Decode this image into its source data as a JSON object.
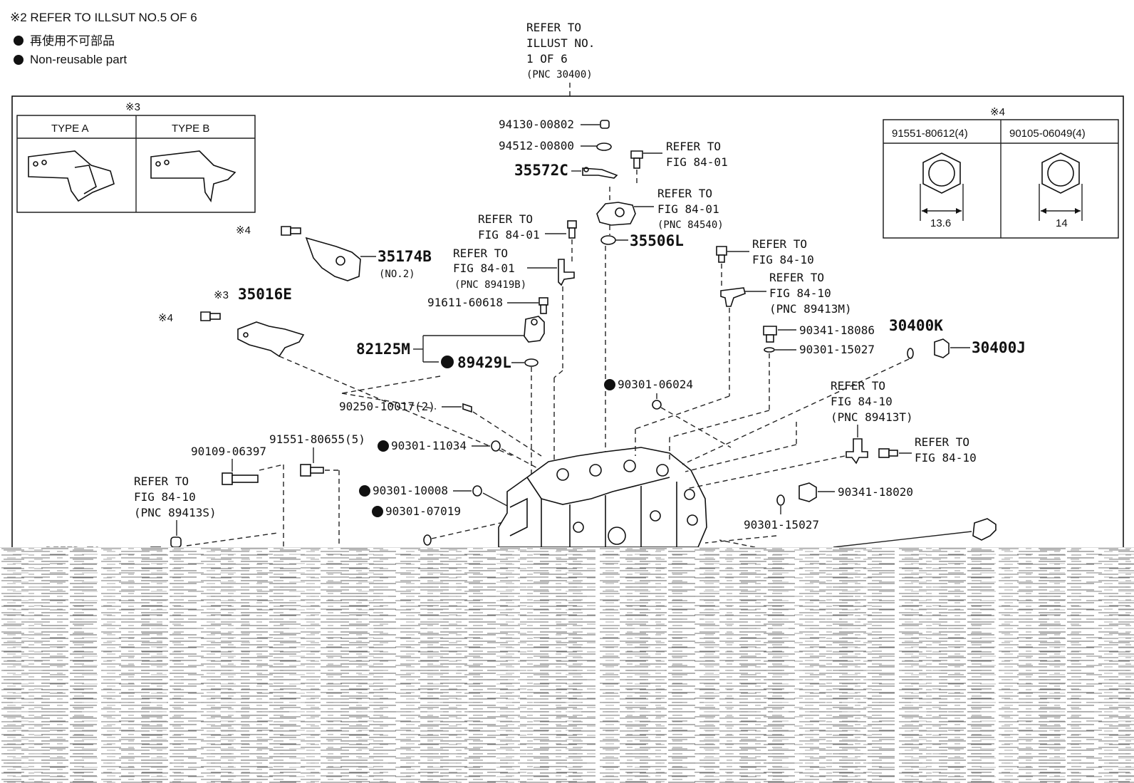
{
  "header": {
    "note2": "※2 REFER TO ILLSUT NO.5 OF 6",
    "legend_jp": "再使用不可部品",
    "legend_en": "Non-reusable part"
  },
  "top_ref": {
    "line1": "REFER TO",
    "line2": "ILLUST NO.",
    "line3": "1 OF 6",
    "line4": "(PNC 30400)"
  },
  "type_box": {
    "mark": "※3",
    "type_a": "TYPE A",
    "type_b": "TYPE B"
  },
  "bolt_table": {
    "mark": "※4",
    "col1_part": "91551-80612(4)",
    "col2_part": "90105-06049(4)",
    "col1_dim": "13.6",
    "col2_dim": "14"
  },
  "refer_to": "REFER TO",
  "labels": {
    "p94130": "94130-00802",
    "p94512": "94512-00800",
    "p35572C": "35572C",
    "fig8401": "FIG 84-01",
    "fig8410": "FIG 84-10",
    "pnc84540": "(PNC 84540)",
    "p35506L": "35506L",
    "p35174B": "35174B",
    "no2": "(NO.2)",
    "mark4": "※4",
    "mark3": "※3",
    "p35016E": "35016E",
    "pnc89419B": "(PNC 89419B)",
    "p91611": "91611-60618",
    "p82125M": "82125M",
    "p89429L": "89429L",
    "p90250": "90250-10017(2)",
    "p91551_655": "91551-80655(5)",
    "p90109": "90109-06397",
    "p90301_11034": "90301-11034",
    "p90301_10008": "90301-10008",
    "p90301_07019": "90301-07019",
    "p90301_06024": "90301-06024",
    "pnc89413M": "(PNC 89413M)",
    "p90341_18086": "90341-18086",
    "p90301_15027": "90301-15027",
    "p30400K": "30400K",
    "p30400J": "30400J",
    "pnc89413T": "(PNC 89413T)",
    "p90341_18020": "90341-18020",
    "pnc89413S": "(PNC 89413S)"
  }
}
